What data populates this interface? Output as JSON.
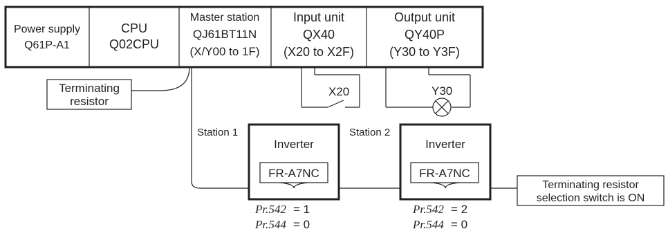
{
  "plc_rack": {
    "modules": [
      {
        "line1": "Power supply",
        "line2": "Q61P-A1"
      },
      {
        "line1": "CPU",
        "line2": "Q02CPU"
      },
      {
        "line1": "Master station",
        "line2": "QJ61BT11N",
        "line3": "(X/Y00 to 1F)"
      },
      {
        "line1": "Input unit",
        "line2": "QX40",
        "line3": "(X20 to X2F)"
      },
      {
        "line1": "Output unit",
        "line2": "QY40P",
        "line3": "(Y30 to Y3F)"
      }
    ]
  },
  "terminating_resistor": {
    "line1": "Terminating",
    "line2": "resistor"
  },
  "input_contact_label": "X20",
  "output_lamp_label": "Y30",
  "stations": [
    {
      "station_label": "Station 1",
      "unit_label": "Inverter",
      "option_label": "FR-A7NC",
      "param1_name": "Pr.542",
      "param1_value": "= 1",
      "param2_name": "Pr.544",
      "param2_value": "= 0"
    },
    {
      "station_label": "Station 2",
      "unit_label": "Inverter",
      "option_label": "FR-A7NC",
      "param1_name": "Pr.542",
      "param1_value": "= 2",
      "param2_name": "Pr.544",
      "param2_value": "= 0"
    }
  ],
  "terminating_switch_note": {
    "line1": "Terminating resistor",
    "line2": "selection switch is ON"
  },
  "colors": {
    "line": "#231f20",
    "background": "#ffffff"
  }
}
